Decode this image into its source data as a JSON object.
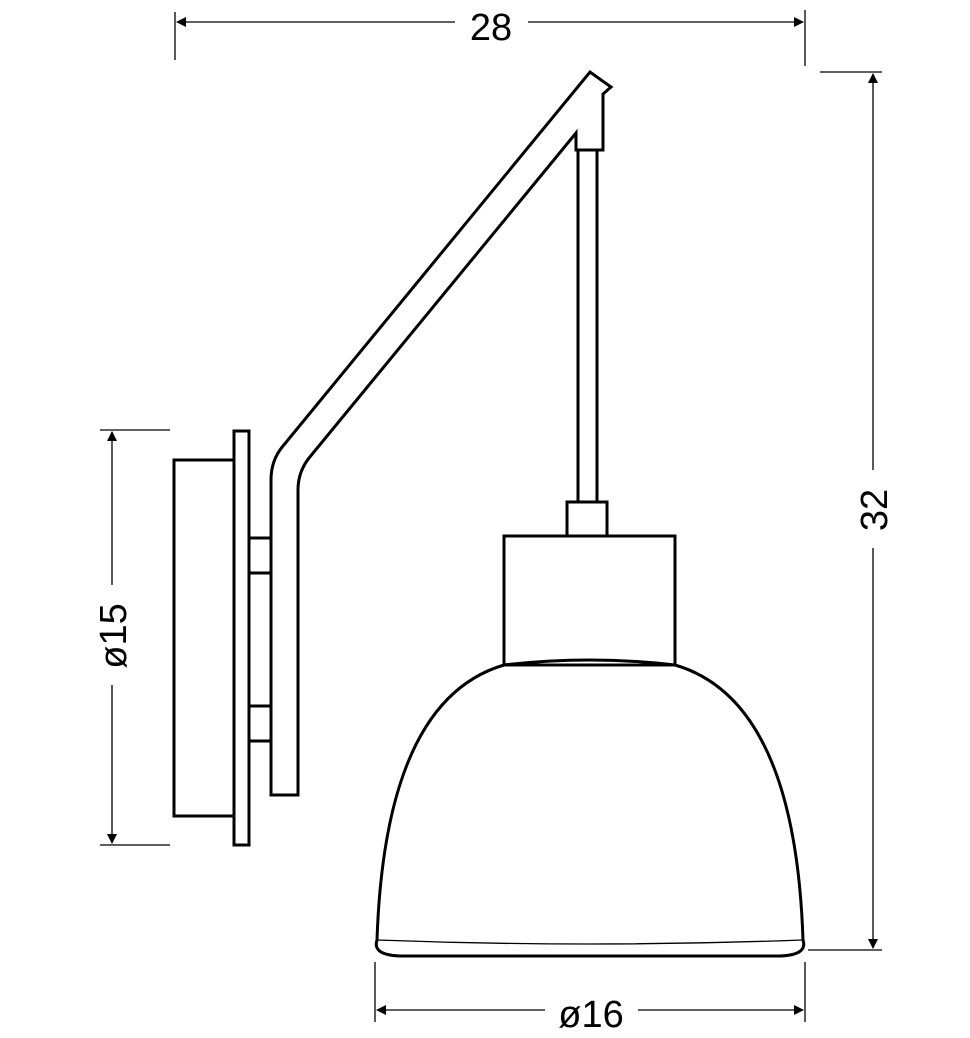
{
  "dimensions": {
    "width": "28",
    "height": "32",
    "backplate_diameter": "ø15",
    "shade_diameter": "ø16"
  },
  "colors": {
    "line": "#000000",
    "background": "#ffffff"
  }
}
